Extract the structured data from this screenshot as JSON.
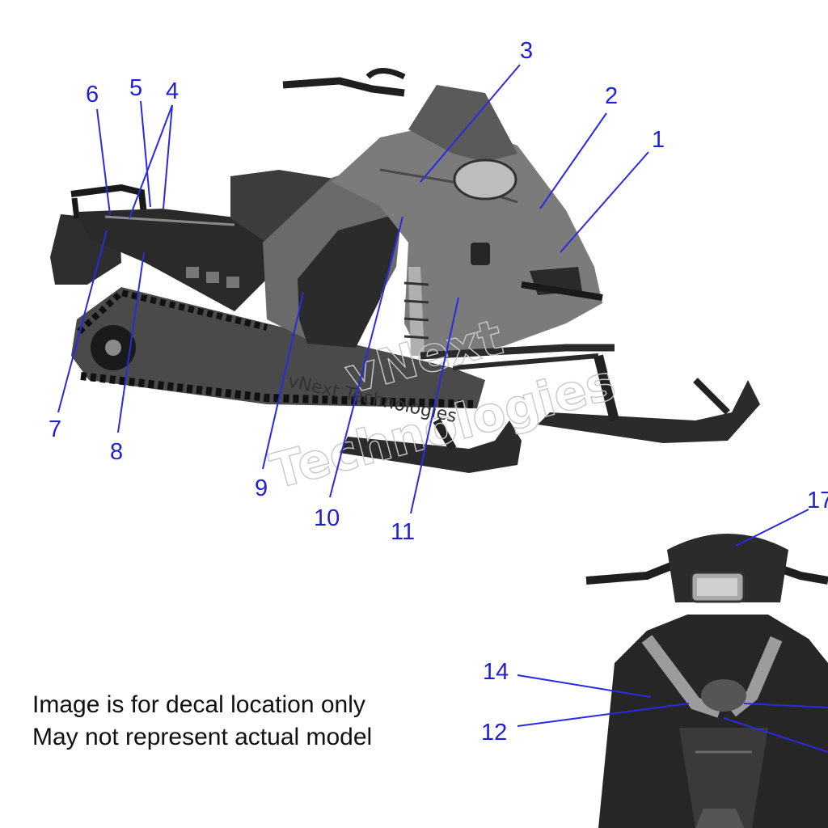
{
  "callouts": [
    {
      "id": "c1",
      "label": "1"
    },
    {
      "id": "c2",
      "label": "2"
    },
    {
      "id": "c3",
      "label": "3"
    },
    {
      "id": "c4",
      "label": "4"
    },
    {
      "id": "c5",
      "label": "5"
    },
    {
      "id": "c6",
      "label": "6"
    },
    {
      "id": "c7",
      "label": "7"
    },
    {
      "id": "c8",
      "label": "8"
    },
    {
      "id": "c9",
      "label": "9"
    },
    {
      "id": "c10",
      "label": "10"
    },
    {
      "id": "c11",
      "label": "11"
    },
    {
      "id": "c12",
      "label": "12"
    },
    {
      "id": "c14",
      "label": "14"
    },
    {
      "id": "c17",
      "label": "17"
    }
  ],
  "note": {
    "line1": "Image is for decal location only",
    "line2": "May not represent actual model"
  },
  "watermark": {
    "large_line1": "vNext",
    "large_line2": "Technologies",
    "small": "vNext Technologies"
  },
  "colors": {
    "callout": "#1f1fd6",
    "leader": "#2a2ae0",
    "body_dark": "#3a3a3a",
    "body_mid": "#6f6f6f",
    "body_light": "#9a9a9a"
  }
}
